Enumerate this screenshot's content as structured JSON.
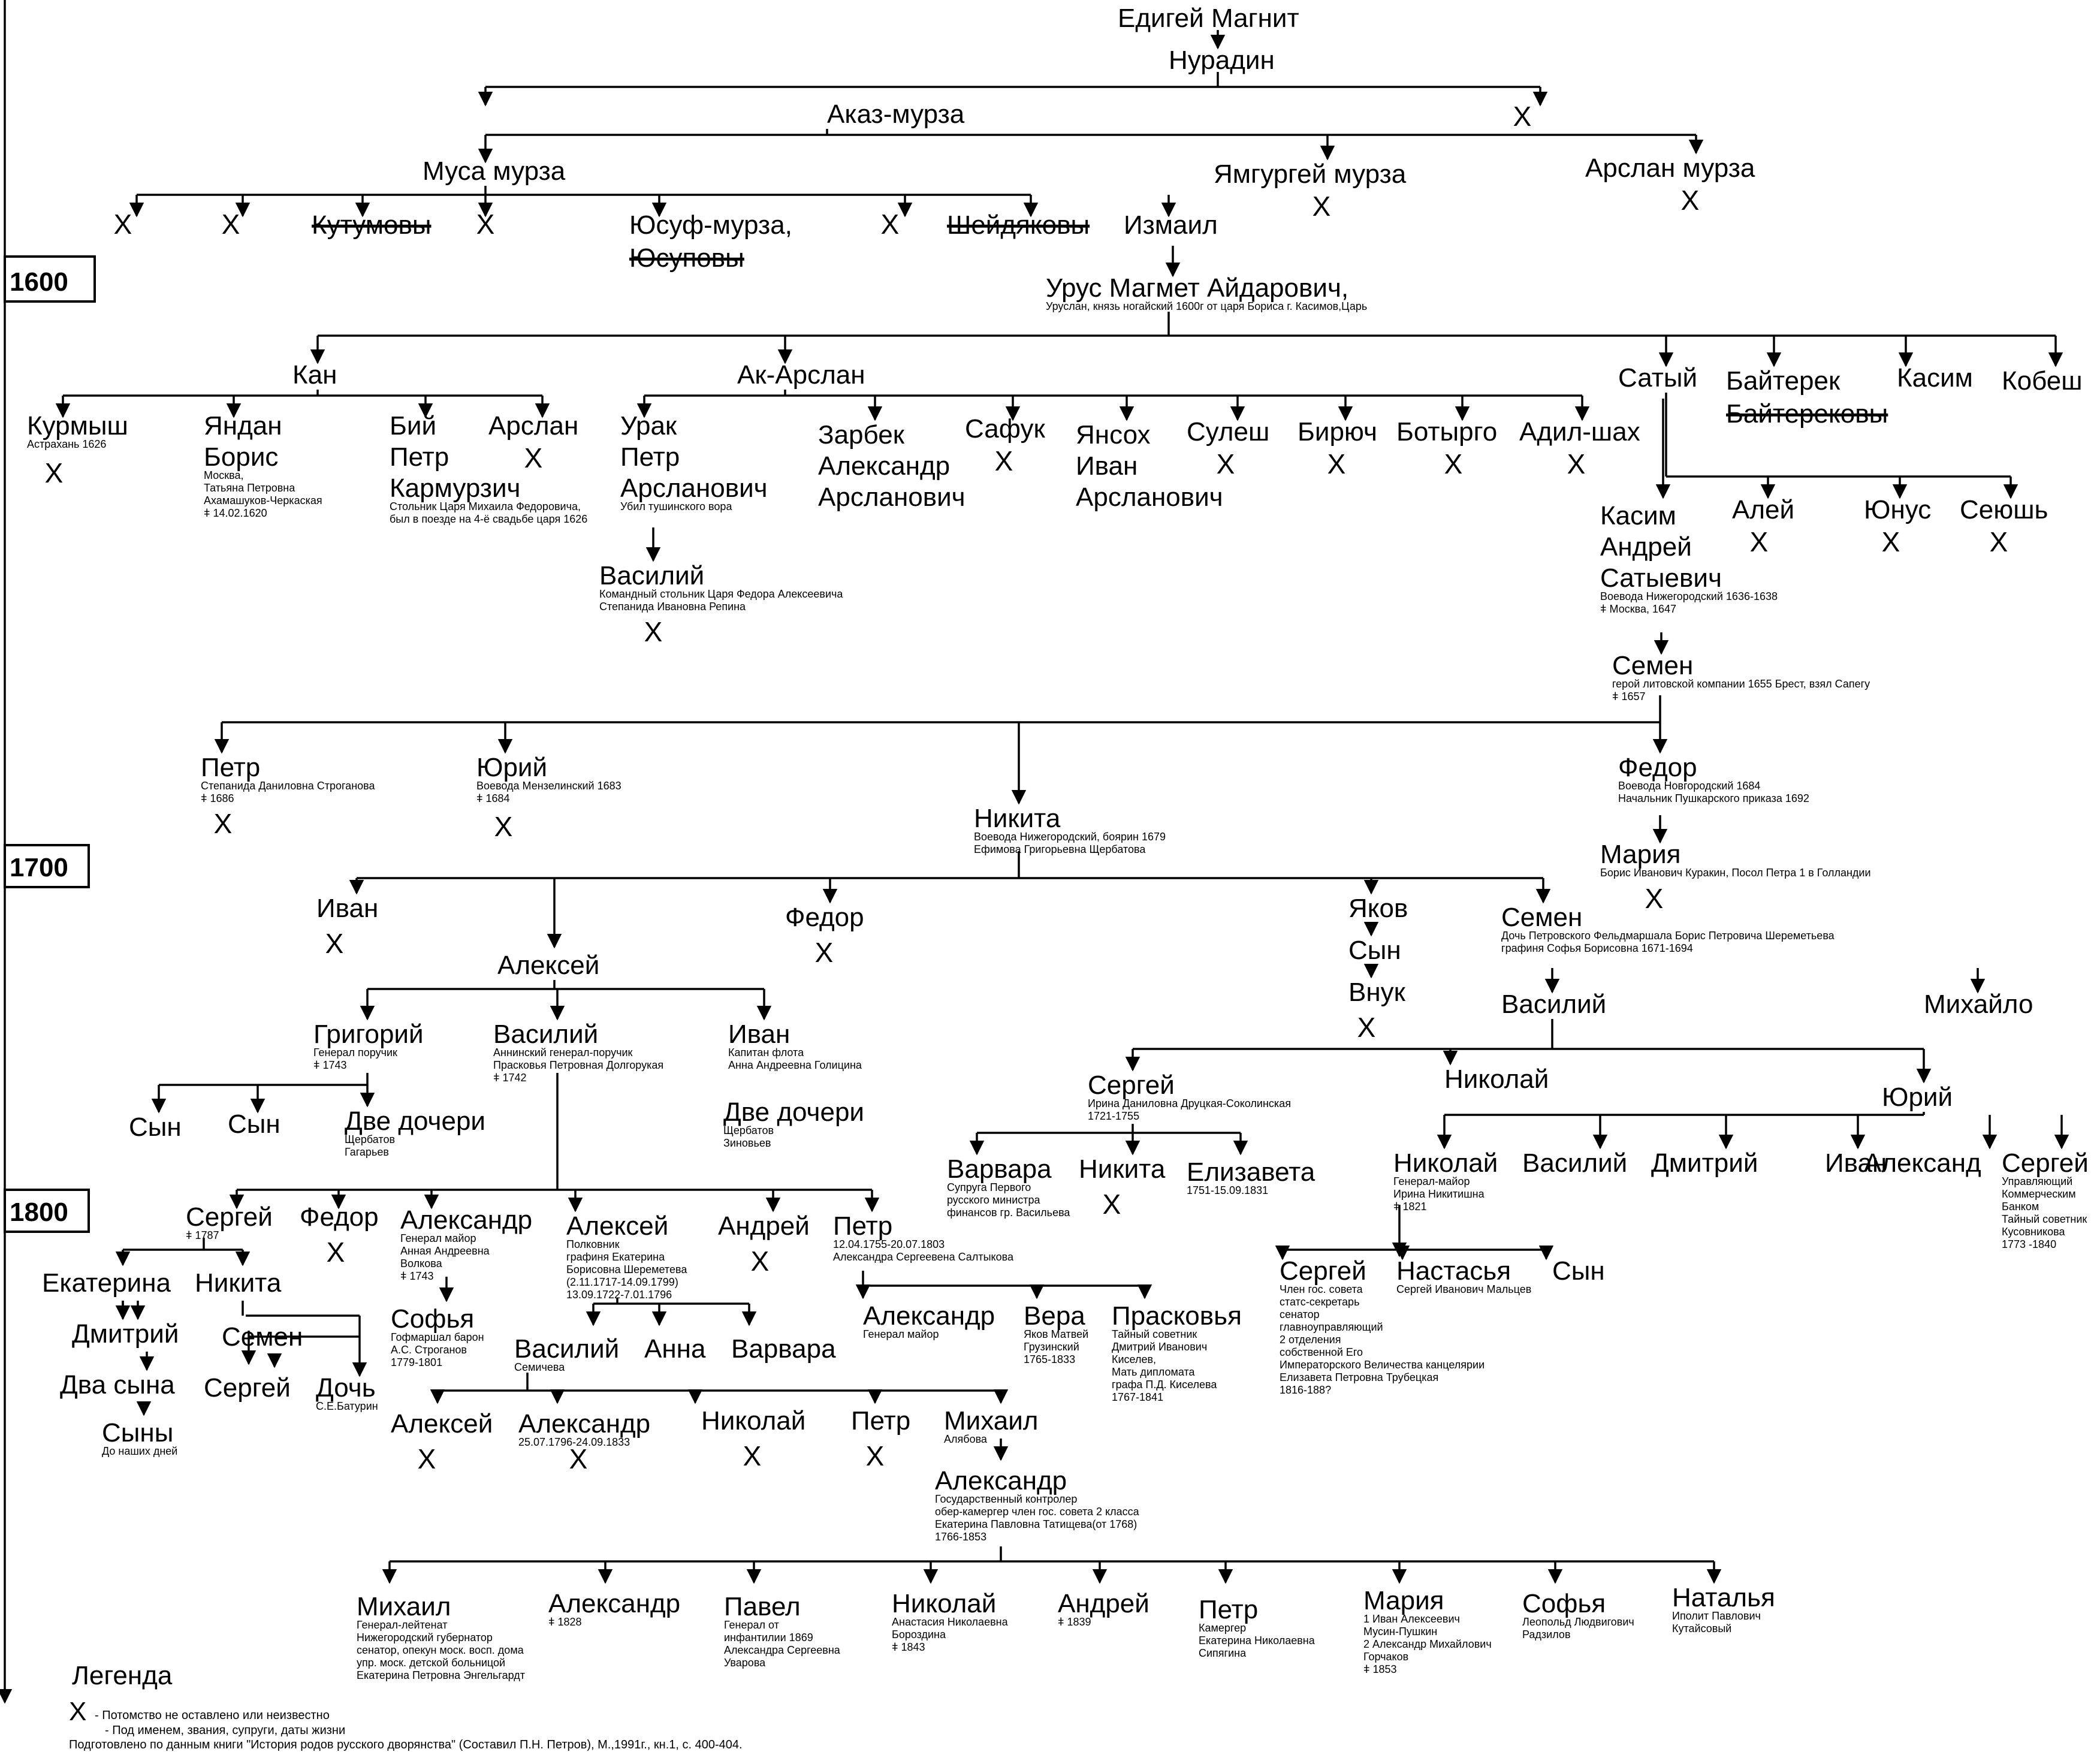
{
  "cross": "X",
  "dagger": "ǂ",
  "years": [
    "1600",
    "1700",
    "1800"
  ],
  "legend": {
    "title": "Легенда",
    "x_mark": "X",
    "x_desc": "- Потомство не оставлено или неизвестно",
    "sub_desc": "- Под именем, звания, супруги, даты жизни",
    "source": "Подготовлено по данным книги \"История родов русского дворянства\" (Составил П.Н. Петров), М.,1991г., кн.1, с. 400-404."
  },
  "people": {
    "edigey": {
      "name": "Едигей Магнит"
    },
    "nuradin": {
      "name": "Нурадин"
    },
    "akaz": {
      "name": "Аказ-мурза"
    },
    "musa": {
      "name": "Муса мурза"
    },
    "yamgurgey": {
      "name": "Ямгургей мурза"
    },
    "arslan_m": {
      "name": "Арслан мурза"
    },
    "kutumovy": {
      "name": "Кутумовы"
    },
    "yusuf": {
      "name": "Юсуф-мурза,"
    },
    "yusupovy": {
      "name": "Юсуповы"
    },
    "sheydyakovy": {
      "name": "Шейдяковы"
    },
    "izmail": {
      "name": "Измаил"
    },
    "urus": {
      "name": "Урус Магмет Айдарович,",
      "info": [
        "Уруслан, князь ногайский  1600г от царя Бориса г. Касимов,Царь"
      ]
    },
    "kan": {
      "name": "Кан"
    },
    "ak_arslan": {
      "name": "Ак-Арслан"
    },
    "satyy": {
      "name": "Сатый"
    },
    "bayterek": {
      "name": "Байтерек"
    },
    "bayterekovy": {
      "name": "Байтерековы"
    },
    "kasim1": {
      "name": "Касим"
    },
    "kobesh": {
      "name": "Кобеш"
    },
    "kurmysh": {
      "name": "Курмыш",
      "info": [
        "Астрахань 1626"
      ]
    },
    "yandan": {
      "name": [
        "Яндан",
        "Борис"
      ],
      "info": [
        "Москва,",
        "Татьяна Петровна",
        "Ахамашуков-Черкаская",
        "ǂ 14.02.1620"
      ]
    },
    "biy": {
      "name": [
        "Бий",
        "Петр",
        "Кармурзич"
      ],
      "info": [
        "Стольник Царя Михаила Федоровича,",
        "был в поезде на 4-ё свадьбе царя 1626"
      ]
    },
    "arslan2": {
      "name": "Арслан"
    },
    "urak": {
      "name": [
        "Урак",
        "Петр",
        "Арсланович"
      ],
      "info": [
        "Убил тушинского вора"
      ]
    },
    "zarbek": {
      "name": [
        "Зарбек",
        "Александр",
        "Арсланович"
      ]
    },
    "safuk": {
      "name": "Сафук"
    },
    "yansokh": {
      "name": [
        "Янсох",
        "Иван",
        "Арсланович"
      ]
    },
    "sulesh": {
      "name": "Сулеш"
    },
    "biryuch": {
      "name": "Бирюч"
    },
    "botyrgo": {
      "name": "Ботырго"
    },
    "adil": {
      "name": "Адил-шах"
    },
    "vasiliy0": {
      "name": "Василий",
      "info": [
        "Командный стольник Царя Федора Алексеевича",
        "Степанида Ивановна Репина"
      ]
    },
    "kasim_andrey": {
      "name": [
        "Касим",
        "Андрей",
        "Сатыевич"
      ],
      "info": [
        "Воевода Нижегородский 1636-1638",
        "ǂ Москва, 1647"
      ]
    },
    "aley": {
      "name": "Алей"
    },
    "yunus": {
      "name": "Юнус"
    },
    "seyush": {
      "name": "Сеюшь"
    },
    "semen1": {
      "name": "Семен",
      "info": [
        "герой литовской компании 1655 Брест, взял Сапегу",
        "ǂ 1657"
      ]
    },
    "petr1": {
      "name": "Петр",
      "info": [
        "Степанида Даниловна Строганова",
        "ǂ 1686"
      ]
    },
    "yuriy1": {
      "name": "Юрий",
      "info": [
        "Воевода Мензелинский 1683",
        "ǂ 1684"
      ]
    },
    "nikita1": {
      "name": "Никита",
      "info": [
        "Воевода Нижегородский, боярин 1679",
        "Ефимова Григорьевна Щербатова"
      ]
    },
    "fedor1": {
      "name": "Федор",
      "info": [
        "Воевода Новгородский 1684",
        "Начальник Пушкарского приказа 1692"
      ]
    },
    "mariya1": {
      "name": "Мария",
      "info": [
        "Борис Иванович Куракин, Посол Петра 1 в Голландии"
      ]
    },
    "ivan1": {
      "name": "Иван"
    },
    "aleksey1": {
      "name": "Алексей"
    },
    "fedor2": {
      "name": "Федор"
    },
    "yakov": {
      "name": "Яков"
    },
    "syn_y": {
      "name": "Сын"
    },
    "vnuk": {
      "name": "Внук"
    },
    "semen2": {
      "name": "Семен",
      "info": [
        "Дочь Петровского Фельдмаршала Борис Петровича Шереметьева",
        "графиня Софья Борисовна 1671-1694"
      ]
    },
    "grigoriy": {
      "name": "Григорий",
      "info": [
        "Генерал поручик",
        "ǂ 1743"
      ]
    },
    "vasiliy2": {
      "name": "Василий",
      "info": [
        "Аннинский генерал-поручик",
        "Прасковья Петровная Долгорукая",
        "ǂ 1742"
      ]
    },
    "ivan2": {
      "name": "Иван",
      "info": [
        "Капитан флота",
        "Анна Андреевна Голицина"
      ]
    },
    "dve1": {
      "name": "Две дочери",
      "info": [
        "Щербатов",
        "Зиновьев"
      ]
    },
    "vasiliy3": {
      "name": "Василий"
    },
    "mikhaylo": {
      "name": "Михайло"
    },
    "syn_a": {
      "name": "Сын"
    },
    "syn_b": {
      "name": "Сын"
    },
    "dve2": {
      "name": "Две дочери",
      "info": [
        "Щербатов",
        "Гагарьев"
      ]
    },
    "sergey1": {
      "name": "Сергей",
      "info": [
        "Ирина Даниловна Друцкая-Соколинская",
        "1721-1755"
      ]
    },
    "nikolay1": {
      "name": "Николай"
    },
    "yuriy2": {
      "name": "Юрий"
    },
    "varvara1": {
      "name": "Варвара",
      "info": [
        "Супруга Первого",
        "русского министра",
        "финансов гр. Васильева"
      ]
    },
    "nikita2": {
      "name": "Никита"
    },
    "elizaveta": {
      "name": "Елизавета",
      "info": [
        "1751-15.09.1831"
      ]
    },
    "nikolay2": {
      "name": "Николай",
      "info": [
        "Генерал-майор",
        "Ирина Никитишна",
        "ǂ 1821"
      ]
    },
    "vasiliy4": {
      "name": "Василий"
    },
    "dmitriy1": {
      "name": "Дмитрий"
    },
    "ivan3": {
      "name": "Иван"
    },
    "aleksand": {
      "name": "Александ"
    },
    "sergey_r": {
      "name": "Сергей",
      "info": [
        "Управляющий",
        "Коммерческим",
        "Банком",
        "Тайный советник",
        "Кусовникова",
        "1773 -1840"
      ]
    },
    "sergey2": {
      "name": "Сергей",
      "info": [
        "ǂ 1787"
      ]
    },
    "fedor3": {
      "name": "Федор"
    },
    "aleksandr1": {
      "name": "Александр",
      "info": [
        "Генерал майор",
        "Анная Андреевна",
        "Волкова",
        "ǂ 1743"
      ]
    },
    "aleksey2": {
      "name": "Алексей",
      "info": [
        "Полковник",
        "графиня Екатерина",
        "Борисовна Шереметева",
        "(2.11.1717-14.09.1799)",
        "13.09.1722-7.01.1796"
      ]
    },
    "andrey1": {
      "name": "Андрей"
    },
    "petr2": {
      "name": "Петр",
      "info": [
        "12.04.1755-20.07.1803",
        "Александра Сергеевена Салтыкова"
      ]
    },
    "sergey3": {
      "name": "Сергей",
      "info": [
        "Член гос. совета",
        "статс-секретарь",
        "сенатор",
        "главноуправляющий",
        "2 отделения",
        "собственной Его",
        "Императорского Величества канцелярии",
        "Елизавета Петровна Трубецкая",
        "1816-188?"
      ]
    },
    "nastasya": {
      "name": "Настасья",
      "info": [
        "Сергей Иванович Мальцев"
      ]
    },
    "syn_c": {
      "name": "Сын"
    },
    "ekaterina": {
      "name": "Екатерина"
    },
    "nikita3": {
      "name": "Никита"
    },
    "sofya1": {
      "name": "Софья",
      "info": [
        "Гофмаршал барон",
        "А.С. Строганов",
        "1779-1801"
      ]
    },
    "dmitriy2": {
      "name": "Дмитрий"
    },
    "semen3": {
      "name": "Семен"
    },
    "dva": {
      "name": "Два сына"
    },
    "sergey4": {
      "name": "Сергей"
    },
    "doch": {
      "name": "Дочь",
      "info": [
        "С.Е.Батурин"
      ]
    },
    "syny": {
      "name": "Сыны",
      "info": [
        "До наших дней"
      ]
    },
    "vasiliy5": {
      "name": "Василий",
      "info": [
        "Семичева"
      ]
    },
    "anna": {
      "name": "Анна"
    },
    "varvara2": {
      "name": "Варвара"
    },
    "aleksandr2": {
      "name": "Александр",
      "info": [
        "Генерал майор"
      ]
    },
    "vera": {
      "name": "Вера",
      "info": [
        "Яков Матвей",
        "Грузинский",
        "1765-1833"
      ]
    },
    "praskovya": {
      "name": "Прасковья",
      "info": [
        "Тайный советник",
        "Дмитрий Иванович",
        "Киселев,",
        "Мать дипломата",
        "графа П.Д. Киселева",
        "1767-1841"
      ]
    },
    "aleksey3": {
      "name": "Алексей"
    },
    "aleksandr3": {
      "name": "Александр",
      "info": [
        "25.07.1796-24.09.1833"
      ]
    },
    "nikolay3": {
      "name": "Николай"
    },
    "petr3": {
      "name": "Петр"
    },
    "mikhail1": {
      "name": "Михаил",
      "info": [
        "Алябова"
      ]
    },
    "aleksandr4": {
      "name": "Александр",
      "info": [
        "Государственный контролер",
        "обер-камергер член гос. совета 2 класса",
        "Екатерина Павловна Татищева(от 1768)",
        "1766-1853"
      ]
    },
    "mikhail2": {
      "name": "Михаил",
      "info": [
        "Генерал-лейтенат",
        "Нижегородский губернатор",
        "сенатор, опекун моск. восп. дома",
        "упр. моск. детской больницой",
        "Екатерина Петровна Энгельгардт"
      ]
    },
    "aleksandr5": {
      "name": "Александр",
      "info": [
        "ǂ 1828"
      ]
    },
    "pavel": {
      "name": "Павел",
      "info": [
        "Генерал от",
        "инфантилии 1869",
        "Александра Сергеевна",
        "Уварова"
      ]
    },
    "nikolay4": {
      "name": "Николай",
      "info": [
        "Анастасия Николаевна",
        "Бороздина",
        "ǂ 1843"
      ]
    },
    "andrey2": {
      "name": "Андрей",
      "info": [
        "ǂ 1839"
      ]
    },
    "petr4": {
      "name": "Петр",
      "info": [
        "Камергер",
        "Екатерина Николаевна",
        "Сипягина"
      ]
    },
    "mariya2": {
      "name": "Мария",
      "info": [
        "1 Иван Алексеевич",
        "Мусин-Пушкин",
        "2 Александр Михайлович",
        "Горчаков",
        "ǂ 1853"
      ]
    },
    "sofya2": {
      "name": "Софья",
      "info": [
        "Леопольд Людвигович",
        "Радзилов"
      ]
    },
    "natalya": {
      "name": "Наталья",
      "info": [
        "Иполит Павлович",
        "Кутайсовый"
      ]
    }
  }
}
